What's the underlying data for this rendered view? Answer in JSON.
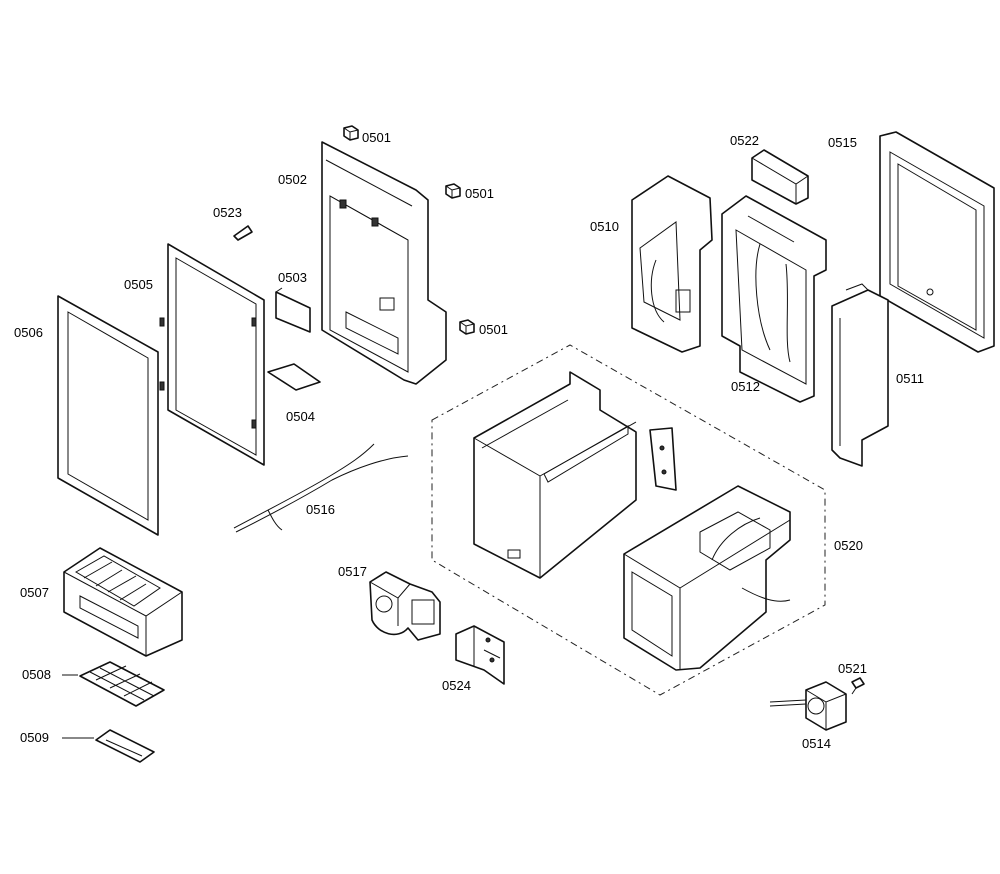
{
  "parts": [
    {
      "id": "p0501a",
      "label": "0501"
    },
    {
      "id": "p0501b",
      "label": "0501"
    },
    {
      "id": "p0501c",
      "label": "0501"
    },
    {
      "id": "p0502",
      "label": "0502"
    },
    {
      "id": "p0503",
      "label": "0503"
    },
    {
      "id": "p0504",
      "label": "0504"
    },
    {
      "id": "p0505",
      "label": "0505"
    },
    {
      "id": "p0506",
      "label": "0506"
    },
    {
      "id": "p0507",
      "label": "0507"
    },
    {
      "id": "p0508",
      "label": "0508"
    },
    {
      "id": "p0509",
      "label": "0509"
    },
    {
      "id": "p0510",
      "label": "0510"
    },
    {
      "id": "p0511",
      "label": "0511"
    },
    {
      "id": "p0512",
      "label": "0512"
    },
    {
      "id": "p0514",
      "label": "0514"
    },
    {
      "id": "p0515",
      "label": "0515"
    },
    {
      "id": "p0516",
      "label": "0516"
    },
    {
      "id": "p0517",
      "label": "0517"
    },
    {
      "id": "p0520",
      "label": "0520"
    },
    {
      "id": "p0521",
      "label": "0521"
    },
    {
      "id": "p0522",
      "label": "0522"
    },
    {
      "id": "p0523",
      "label": "0523"
    },
    {
      "id": "p0524",
      "label": "0524"
    }
  ]
}
